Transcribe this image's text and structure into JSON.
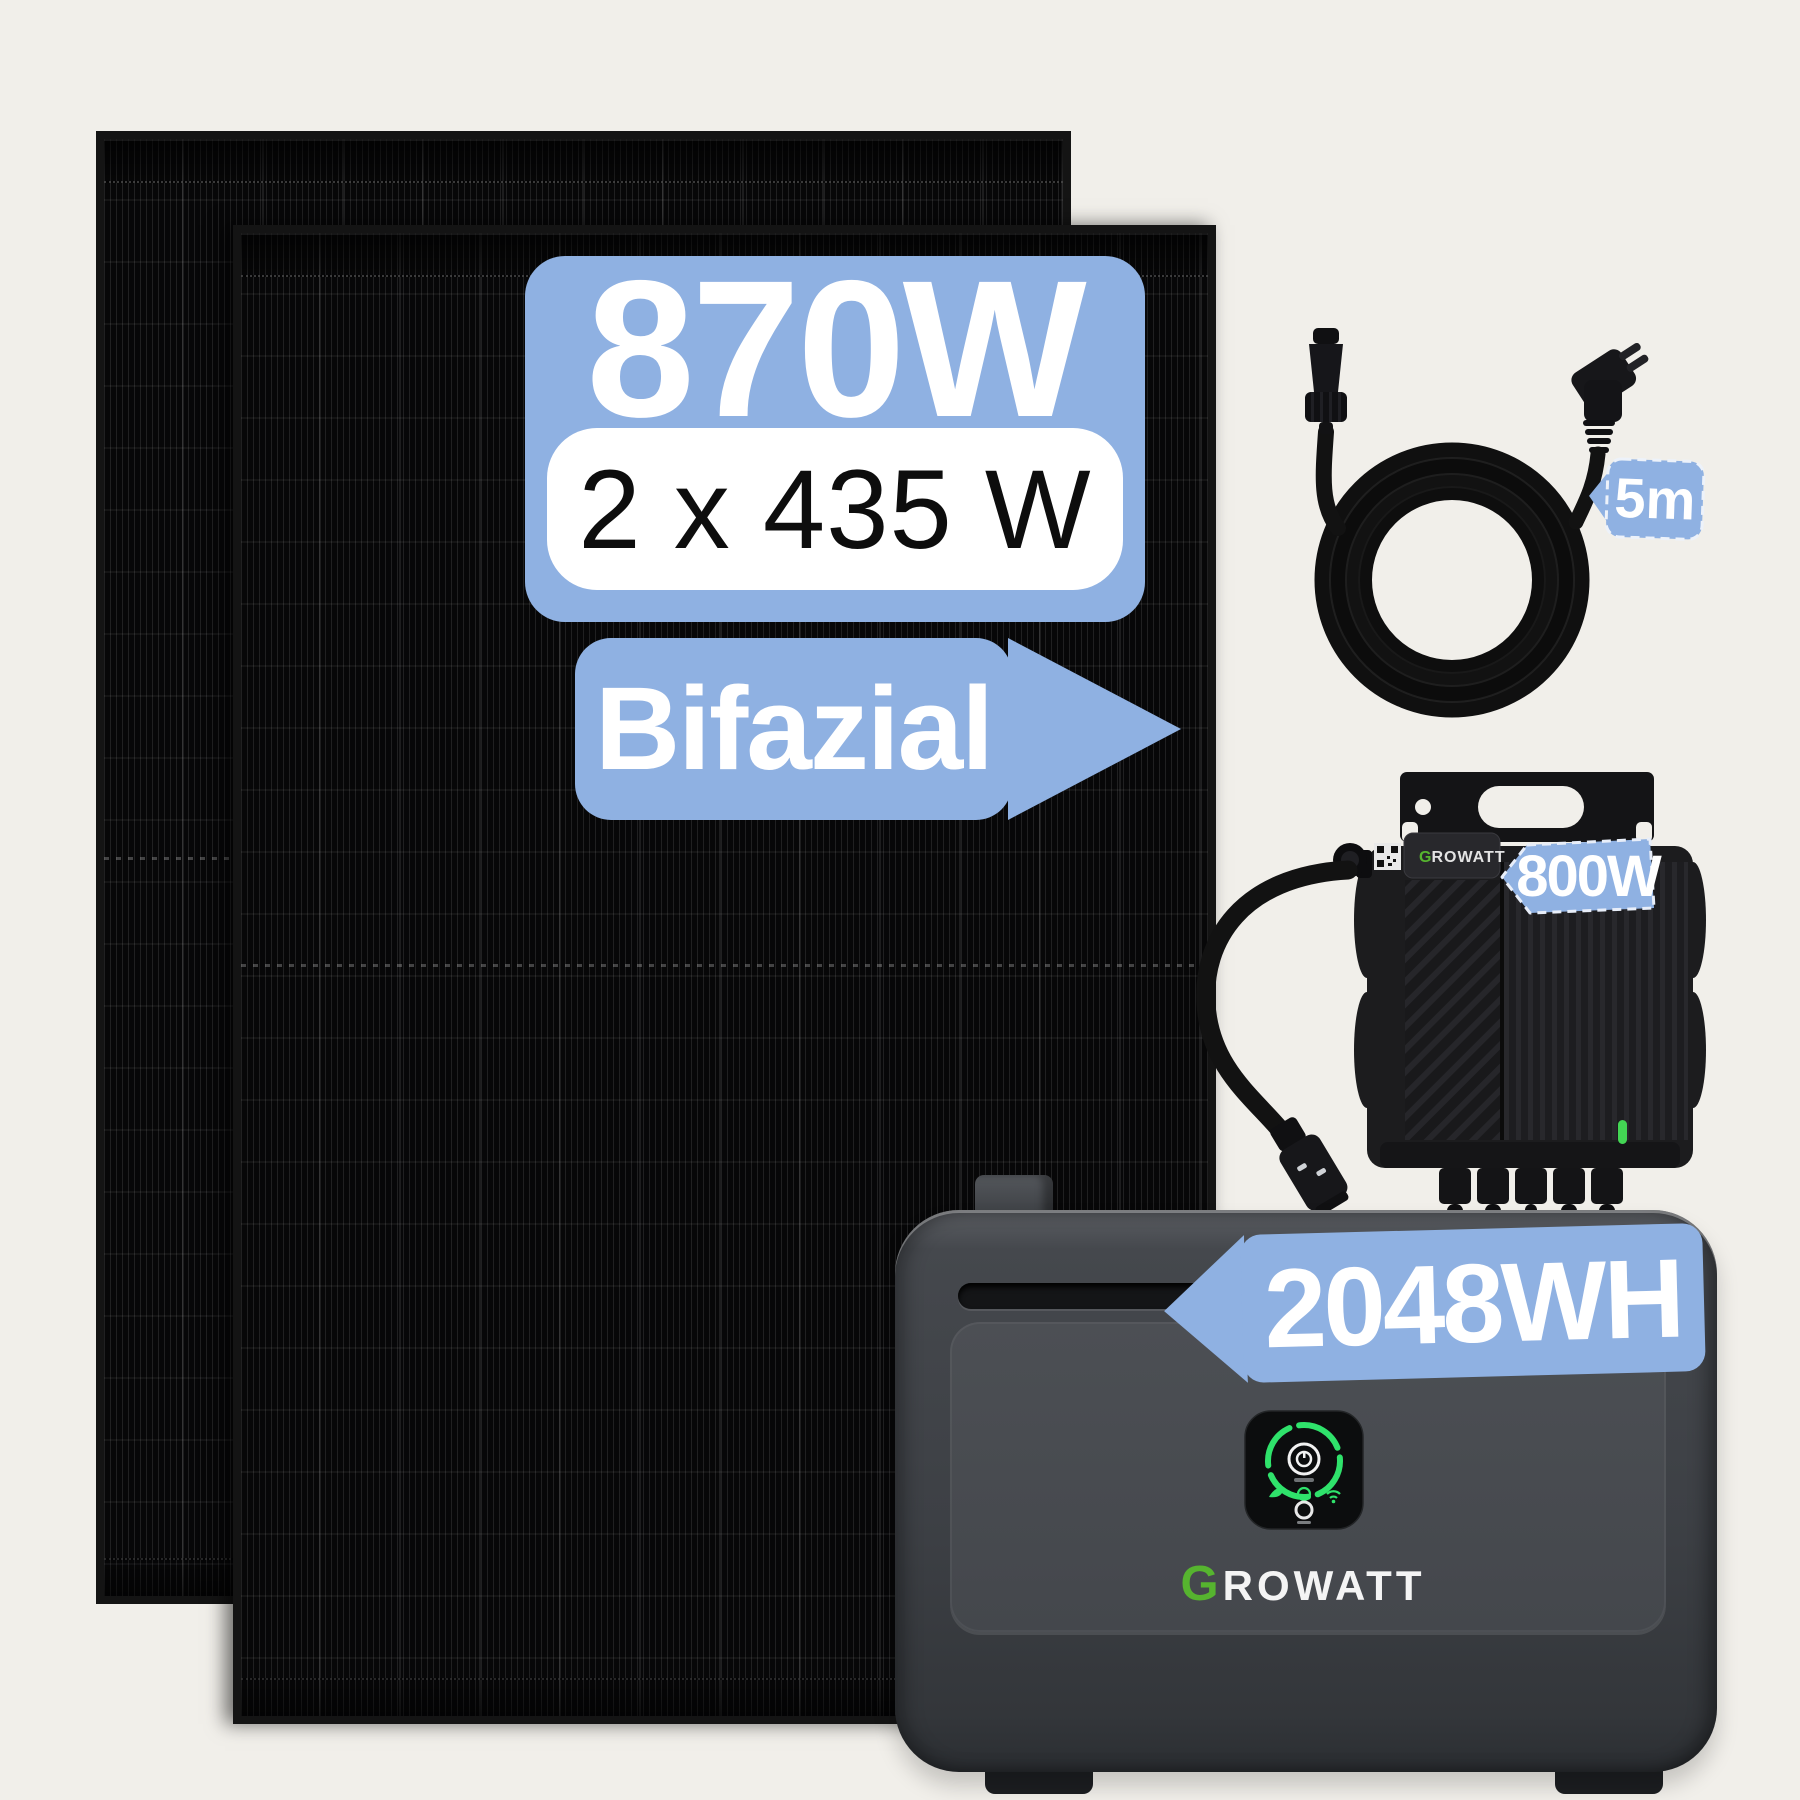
{
  "scene": {
    "background_color": "#f1efea",
    "accent_blue": "#8fb1e2",
    "growatt_green": "#56b42f",
    "panel_color": "#070708",
    "battery_color": "#3d4045"
  },
  "labels": {
    "total_power": "870W",
    "panel_config": "2 x 435 W",
    "bifacial": "Bifazial",
    "cable_length": "5m",
    "inverter_power": "800W",
    "battery_capacity": "2048WH"
  },
  "brand": {
    "letter": "G",
    "rest": "ROWATT"
  },
  "icons": {
    "battery_display": [
      "eco-leaf-icon",
      "power-icon",
      "wifi-icon"
    ],
    "inverter": [
      "qr-code",
      "status-led"
    ]
  }
}
